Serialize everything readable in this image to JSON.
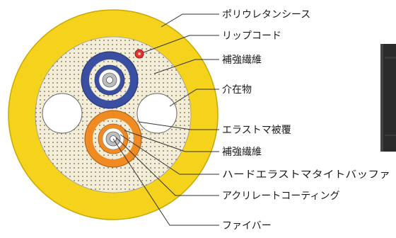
{
  "diagram": {
    "labels": [
      {
        "id": "sheath",
        "text": "ポリウレタンシース"
      },
      {
        "id": "ripcord",
        "text": "リップコード"
      },
      {
        "id": "aramid1",
        "text": "補強繊維"
      },
      {
        "id": "filler",
        "text": "介在物"
      },
      {
        "id": "elastomer",
        "text": "エラストマ被覆"
      },
      {
        "id": "aramid2",
        "text": "補強繊維"
      },
      {
        "id": "buffer",
        "text": "ハードエラストマタイトバッファ"
      },
      {
        "id": "acrylate",
        "text": "アクリレートコーティング"
      },
      {
        "id": "fiber",
        "text": "ファイバー"
      }
    ]
  },
  "colors": {
    "sheath": "#f5d21c",
    "sheath_stroke": "#c9a800",
    "filling": "#f3ecd6",
    "blue_ring": "#3a4fa2",
    "orange_ring": "#f08a22",
    "ripcord": "#e2342e",
    "leader": "#333333",
    "photo": "#2b2b2b"
  }
}
